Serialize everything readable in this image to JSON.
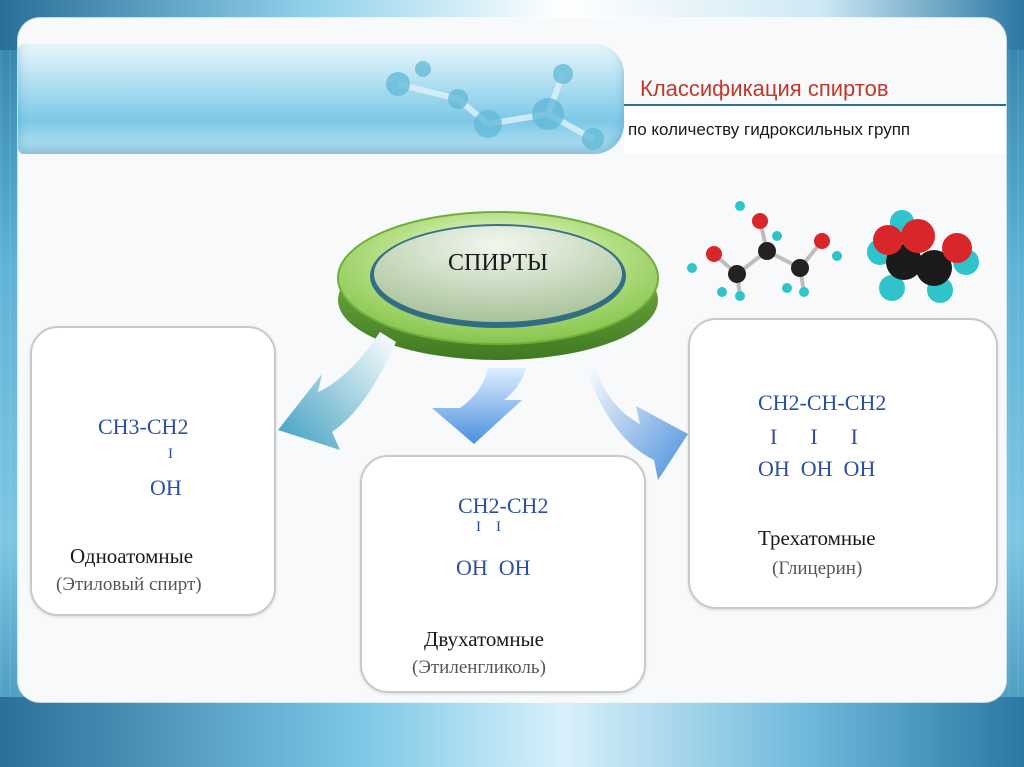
{
  "slide": {
    "title": "Классификация спиртов",
    "subtitle": "по количеству гидроксильных групп"
  },
  "hub": {
    "label": "СПИРТЫ"
  },
  "boxes": [
    {
      "formula_line1": "CH3-CH2",
      "formula_line2": "I",
      "formula_line3": "OH",
      "category": "Одноатомные",
      "example": "(Этиловый спирт)"
    },
    {
      "formula_line1": "CH2-CH2",
      "formula_line2": "I    I",
      "formula_line3": "OH  OH",
      "category": "Двухатомные",
      "example": "(Этиленгликоль)"
    },
    {
      "formula_line1": "CH2-CH-CH2",
      "formula_line2": "I      I      I",
      "formula_line3": "OH  OH  OH",
      "category": "Трехатомные",
      "example": "(Глицерин)"
    }
  ],
  "colors": {
    "title": "#c0392b",
    "formula": "#2c4f9e",
    "hub_green": "#8ccf4f",
    "arrow_blue": "#5aa0e0"
  }
}
